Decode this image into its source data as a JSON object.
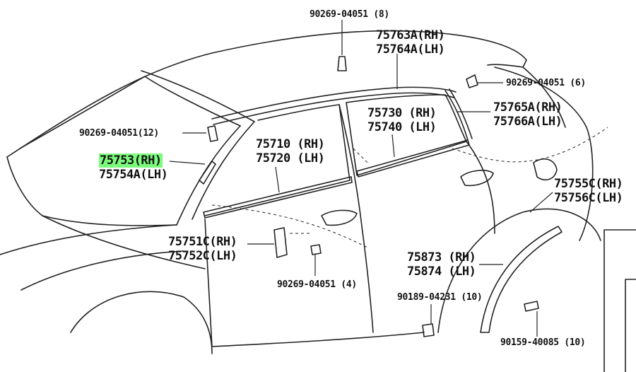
{
  "parts": {
    "clip_top": "90269-04051 (8)",
    "roof_rh": "75763A(RH)",
    "roof_lh": "75764A(LH)",
    "clip_rear": "90269-04051 (6)",
    "rear_door_top_rh": "75765A(RH)",
    "rear_door_top_lh": "75766A(LH)",
    "clip_left": "90269-04051(12)",
    "rear_belt_rh": "75730 (RH)",
    "rear_belt_lh": "75740 (LH)",
    "pillar_rh": "75753",
    "pillar_rh_side": "(RH)",
    "pillar_lh": "75754A(LH)",
    "front_belt_rh": "75710 (RH)",
    "front_belt_lh": "75720 (LH)",
    "wheel_arch_rh": "75755C(RH)",
    "wheel_arch_lh": "75756C(LH)",
    "mirror_rh": "75751C(RH)",
    "mirror_lh": "75752C(LH)",
    "rocker_rh": "75873 (RH)",
    "rocker_lh": "75874 (LH)",
    "clip_bottom": "90269-04051 (4)",
    "clip_rocker": "90189-04231 (10)",
    "screw": "90159-40085 (10)"
  },
  "colors": {
    "highlight": "#7CFC7C",
    "ink": "#111111"
  }
}
